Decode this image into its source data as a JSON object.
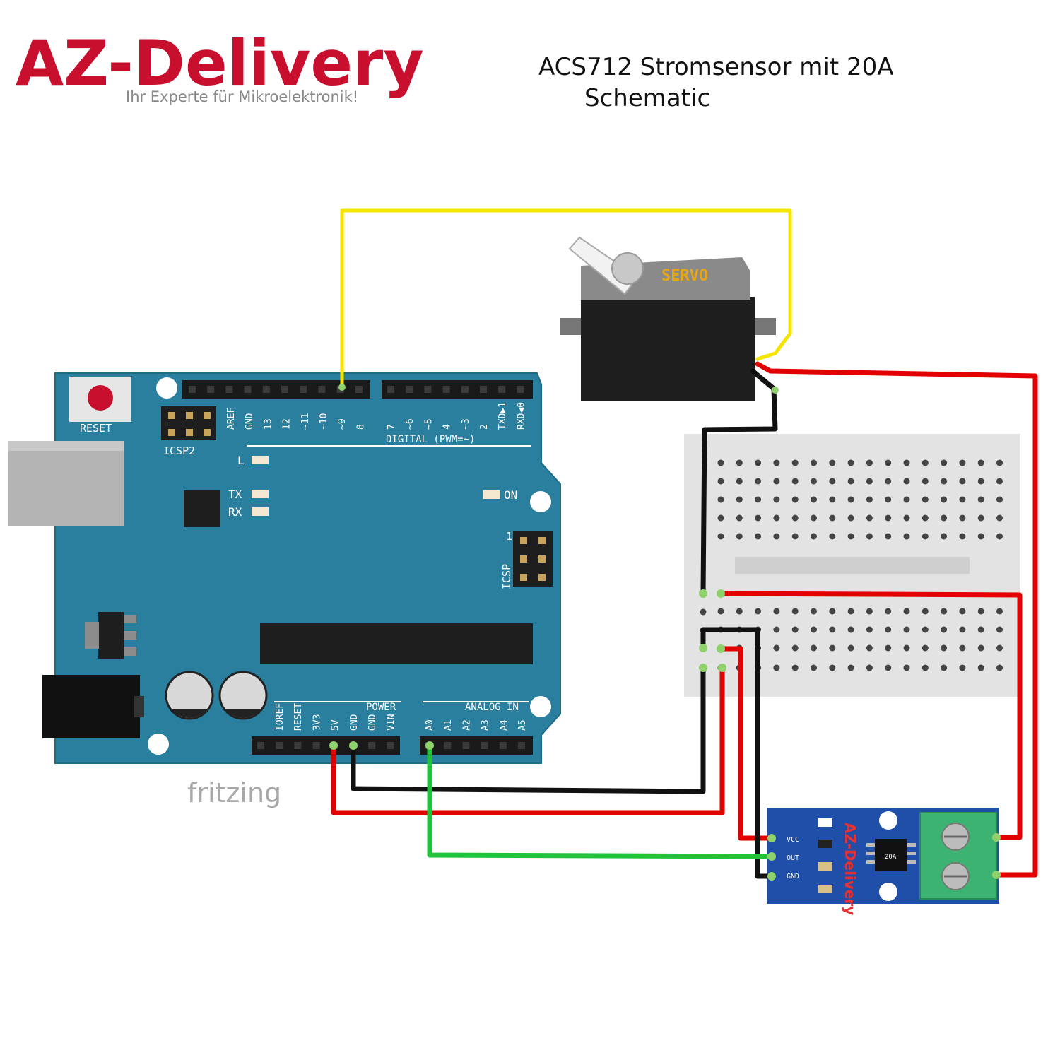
{
  "brand": {
    "logo_text": "AZ-Delivery",
    "tagline": "Ihr Experte für Mikroelektronik!",
    "color": "#c8102e"
  },
  "title": {
    "line1": "ACS712 Stromsensor mit 20A",
    "line2": "Schematic"
  },
  "watermark": "fritzing",
  "arduino": {
    "reset_label": "RESET",
    "icsp2_label": "ICSP2",
    "icsp_label": "ICSP",
    "icsp_pin1": "1",
    "digital_label": "DIGITAL (PWM=~)",
    "digital_pins_a": [
      "AREF",
      "GND",
      "13",
      "12",
      "~11",
      "~10",
      "~9",
      "8"
    ],
    "digital_pins_b": [
      "7",
      "~6",
      "~5",
      "4",
      "~3",
      "2",
      "TXD▶1",
      "RXD◀0"
    ],
    "led_l": "L",
    "led_tx": "TX",
    "led_rx": "RX",
    "led_on": "ON",
    "power_label": "POWER",
    "power_pins": [
      "IOREF",
      "RESET",
      "3V3",
      "5V",
      "GND",
      "GND",
      "VIN"
    ],
    "analog_label": "ANALOG IN",
    "analog_pins": [
      "A0",
      "A1",
      "A2",
      "A3",
      "A4",
      "A5"
    ],
    "board_color": "#2a7f9e"
  },
  "servo": {
    "label": "SERVO"
  },
  "sensor": {
    "pins": [
      "VCC",
      "OUT",
      "GND"
    ],
    "brand": "AZ-Delivery",
    "chip_label": "20A",
    "board_color": "#1f4fa8",
    "terminal_color": "#3cb371"
  },
  "wires": {
    "yellow": "#f5e400",
    "red": "#e30000",
    "black": "#111111",
    "green": "#22c33a"
  }
}
